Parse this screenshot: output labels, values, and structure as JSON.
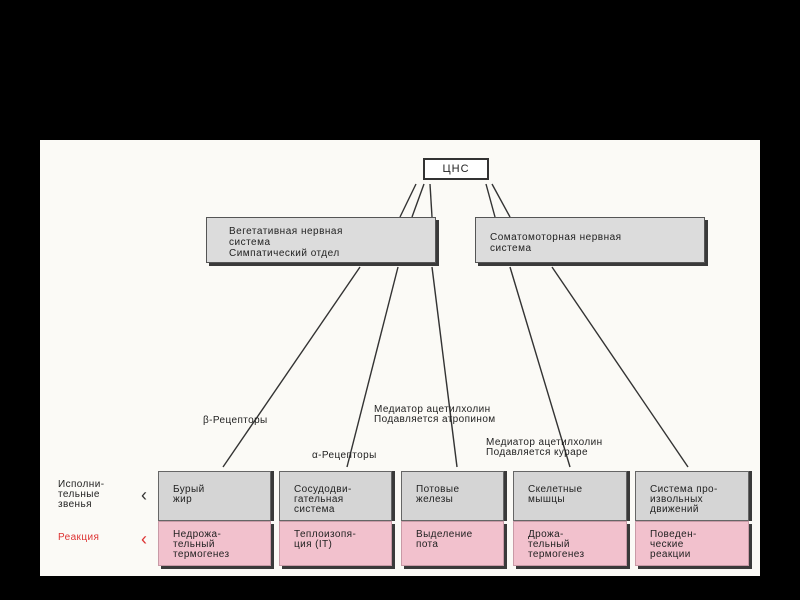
{
  "top": {
    "cns": "ЦНС",
    "vegetative": "Вегетативная нервная\nсистема\nСимпатический отдел",
    "somatic": "Соматомоторная нервная\nсистема"
  },
  "annotations": {
    "beta": "β-Рецепторы",
    "alpha": "α-Рецепторы",
    "mediator1": "Медиатор ацетилхолин\nПодавляется атропином",
    "mediator2": "Медиатор ацетилхолин\nПодавляется кураре"
  },
  "row_labels": {
    "effectors": "Исполни-\nтельные\nзвенья",
    "reaction": "Реакция"
  },
  "effectors": [
    {
      "label": "Бурый\nжир"
    },
    {
      "label": "Сосудодви-\nгательная\nсистема"
    },
    {
      "label": "Потовые\nжелезы"
    },
    {
      "label": "Скелетные\nмышцы"
    },
    {
      "label": "Система про-\nизвольных\nдвижений"
    }
  ],
  "reactions": [
    {
      "label": "Недрожа-\nтельный\nтермогенез"
    },
    {
      "label": "Теплоизопя-\nция (IT)"
    },
    {
      "label": "Выделение\nпота"
    },
    {
      "label": "Дрожа-\nтельный\nтермогенез"
    },
    {
      "label": "Поведен-\nческие\nреакции"
    }
  ],
  "colors": {
    "background": "#000000",
    "panel": "#fbfaf6",
    "box": "#dcdcdc",
    "reaction": "#f2c1cd",
    "accent": "#dd3333"
  }
}
